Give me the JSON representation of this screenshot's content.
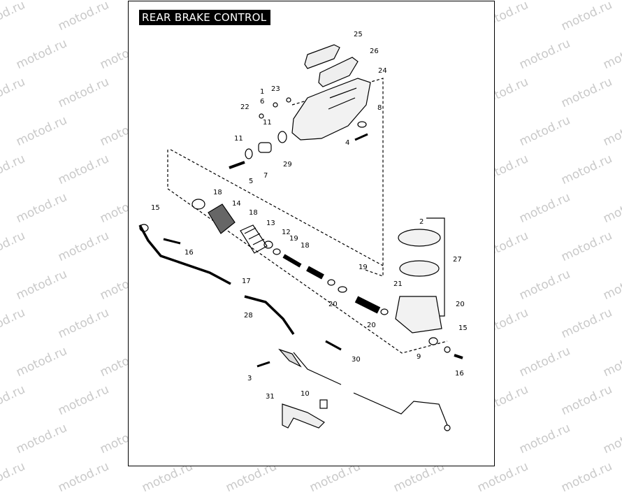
{
  "title": "REAR BRAKE CONTROL",
  "watermark": "motod.ru",
  "callouts": [
    "25",
    "26",
    "24",
    "1",
    "23",
    "6",
    "22",
    "11",
    "8",
    "11",
    "4",
    "29",
    "5",
    "7",
    "18",
    "15",
    "14",
    "18",
    "13",
    "12",
    "19",
    "18",
    "16",
    "19",
    "17",
    "20",
    "28",
    "20",
    "2",
    "27",
    "21",
    "20",
    "15",
    "9",
    "16",
    "30",
    "3",
    "10",
    "31"
  ]
}
